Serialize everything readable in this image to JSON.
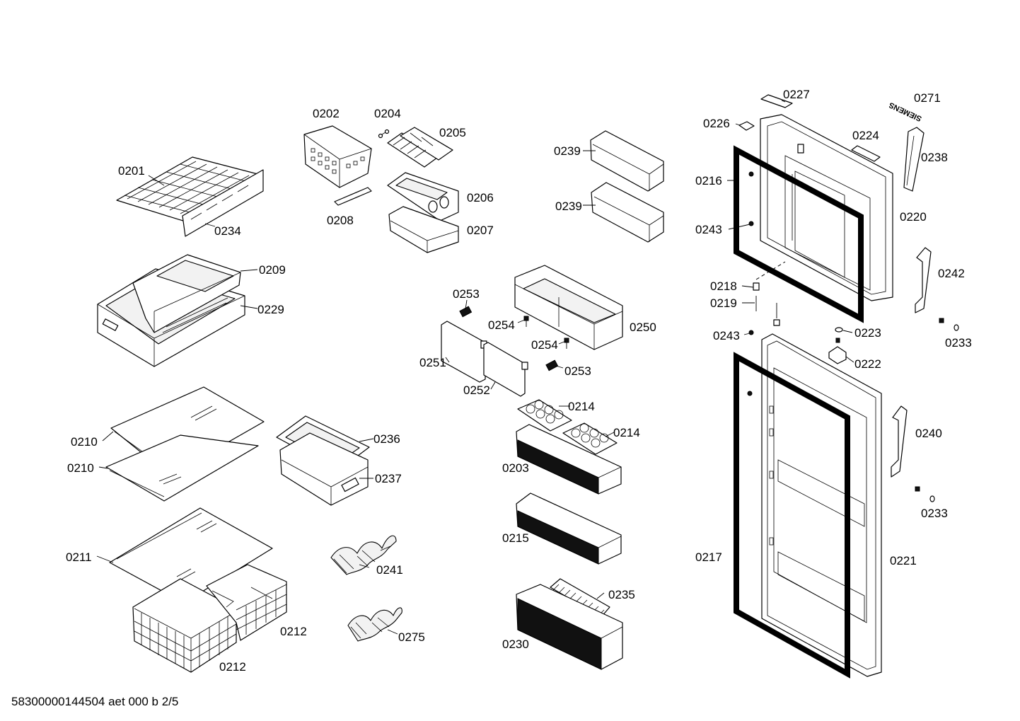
{
  "labels": {
    "l0201": "0201",
    "l0234": "0234",
    "l0202": "0202",
    "l0204": "0204",
    "l0205": "0205",
    "l0206": "0206",
    "l0207": "0207",
    "l0208": "0208",
    "l0209": "0209",
    "l0229": "0229",
    "l0210a": "0210",
    "l0210b": "0210",
    "l0236": "0236",
    "l0237": "0237",
    "l0211": "0211",
    "l0212a": "0212",
    "l0212b": "0212",
    "l0241": "0241",
    "l0275": "0275",
    "l0239a": "0239",
    "l0239b": "0239",
    "l0253a": "0253",
    "l0254a": "0254",
    "l0250": "0250",
    "l0254b": "0254",
    "l0251": "0251",
    "l0253b": "0253",
    "l0252": "0252",
    "l0214a": "0214",
    "l0214b": "0214",
    "l0203": "0203",
    "l0215": "0215",
    "l0235": "0235",
    "l0230": "0230",
    "l0227": "0227",
    "l0271": "0271",
    "l0226": "0226",
    "l0224": "0224",
    "l0238": "0238",
    "l0216": "0216",
    "l0220": "0220",
    "l0243a": "0243",
    "l0242": "0242",
    "l0218": "0218",
    "l0219": "0219",
    "l0243b": "0243",
    "l0223": "0223",
    "l0233a": "0233",
    "l0222": "0222",
    "l0240": "0240",
    "l0233b": "0233",
    "l0217": "0217",
    "l0221": "0221"
  },
  "brand_text": "SIEMENS",
  "footer_text": "58300000144504 aet 000 b 2/5"
}
